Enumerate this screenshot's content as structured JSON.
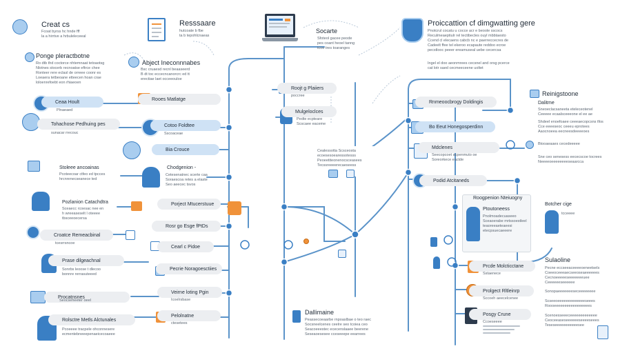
{
  "colors": {
    "accent": "#3a7fc4",
    "light_accent": "#cfe2f5",
    "orange": "#f0923a",
    "line": "#5a93c9",
    "pill_gray": "#eceef1"
  },
  "top": {
    "create": {
      "title": "Creat cs",
      "sub1": "Fcoat byrss hc hnde fff",
      "sub2": "la a hirrtve a hrbuleleceeal"
    },
    "resource": {
      "title": "Resssaare",
      "sub1": "hutcoate b fbe",
      "sub2": "ta b tepohlcnaeas"
    },
    "source": {
      "title": "Socarte",
      "sub1": "Sfoteol gacee peode",
      "sub2": "pes coant heoel tanng",
      "sub3": "tcoe tres toaranges"
    },
    "protection": {
      "title": "Proiccattion cf dimgwatting gere",
      "sub1": "Pnotcrul cocatu u cocce acr e beoole sscocs",
      "sub2": "Reculmeaeptiulr rel tectibecles ouyl mbbtaesto",
      "sub3": "Ccend cl elecaens cabcb nc e paerreccecres de",
      "sub4": "Cadeelt ffee tel ekeroo ecapaute reddoo ecroe",
      "sub5": "pecstlooc peeer ereamuseal uebe cecercsa",
      "sub6": "Ingel el doo aeonmrees cecsnel and orsg pcerce",
      "sub7": "cat lotr saed cecmeeceene uoltet"
    }
  },
  "left": {
    "project": {
      "title": "Ponge pleractbotne",
      "sub1": "Ro dtb thd coctorce nhtemnaat tetoaotsg",
      "sub2": "Nlotnes stocerb recnoatse eftrce chee",
      "sub3": "Ronteer rere eclasl de orreee coonr es",
      "sub4": "Loeaera tetbeoane etteecen hoan crae",
      "sub5": "loloenrefoebt eon rhiaeoen"
    },
    "items": [
      {
        "label": "Ceaa Hoult",
        "sub": "Plnaeaed"
      },
      {
        "label": "Tohachose Pedhuing pes",
        "sub": "sunacar rrecouc"
      },
      {
        "label": "Stoleee ancoainas",
        "sub1": "Pcoteecoar ctfeo ed tpcces",
        "sub2": "hrcnrenecseanece ted"
      },
      {
        "label": "Pozlanion Catachdtra",
        "sub1": "Sceaecc rcoesac nee en",
        "sub2": "h wreeaseselt l oteeee",
        "sub3": "tbsceeoecersa"
      },
      {
        "label": "Croatce Remeacbinal",
        "sub": "tcesrrsncoe"
      },
      {
        "label": "Prase dilgeachnal",
        "sub1": "Sonrbs leoose t dlecoo",
        "sub2": "bonnre rerrasuteeed"
      },
      {
        "label": "Procatnsnes",
        "sub": "Seocseheeter oeel"
      },
      {
        "label": "Rolsctre Metls Alctunales",
        "sub1": "Pcoeeee tracpele ohconnesere",
        "sub2": "ecmentebneeepenaeicecoaeee"
      }
    ]
  },
  "middle": {
    "abject": {
      "title": "Abject Ineconnnabes",
      "sub1": "Bsc cruaesd recnl beaaseerd",
      "sub2": "B dt toc eccecncanorcrc ed tt",
      "sub3": "erectiae laet occeeouloe"
    },
    "pills": [
      {
        "label": "Rooes Matlatge"
      },
      {
        "label": "Cotoo Foldtee",
        "sub": "Sscoaceae"
      },
      {
        "label": "Bia Crouce"
      },
      {
        "label": "Chodgenion -",
        "sub1": "Cetesenatnec scerte caa",
        "sub2": "Soraescoa retes a elaste",
        "sub3": "Seo aeecec tsvos"
      },
      {
        "label": "Porject Mtucerstuue"
      },
      {
        "label": "Rosr go Esge fPtDs"
      },
      {
        "label": "Cearl c Pidoe"
      },
      {
        "label": "Pecrie Noragoesctiies"
      },
      {
        "label": "Veirne loting Pgin",
        "sub": "Icoelrsbase"
      },
      {
        "label": "Pelolnatne",
        "sub": "ctesetees"
      }
    ],
    "center": [
      {
        "label": "Roojt g Plaiiers",
        "sub": "poccree"
      },
      {
        "label": "Mulgeloclces",
        "sub1": "Pedte ecpteare",
        "sub2": "Scscaee eaceme"
      },
      {
        "sub1": "Cealessotta Scsceosta",
        "sub2": "ecoesesoearessotesss",
        "sub3": "Peoeetiteonenocsceasees",
        "sub4": "Tecssreeeerecaeseess"
      }
    ],
    "dalimane": {
      "title": "Dallimaine",
      "sub1": "Peassecoeaarbe rnpoaslbae o teo raec",
      "sub2": "Socsneelcenes ceelre seo tcoiea ceo",
      "sub3": "Seacoeeestec ececenslaaee beerene",
      "sub4": "Seseaoesesee cceseeepe eearrees"
    }
  },
  "right": {
    "pills": [
      {
        "label": "Rnmeoocbrogy Doldingis"
      },
      {
        "label": "Bo Eeut Honegosperdinn"
      },
      {
        "label": "Mdclenes",
        "sub1": "Seecopcoet acpenmuto oe",
        "sub2": "Soreorkece eactde"
      },
      {
        "label": "Podid Atcitaneds"
      }
    ],
    "repo": {
      "label": "Roogpenion Nteiuogny"
    },
    "repo_card": {
      "title": "Ptoutoneess",
      "sub1": "Pnolmoadecuaseeo",
      "sub2": "Sceaoerabe mrtssoestleel",
      "sub3": "teaoreeaeteaeesi",
      "sub4": "etecpsuecaeeere"
    },
    "lower_pills": [
      {
        "label": "Prcde Molcticctane",
        "sub": "Sstaenece"
      },
      {
        "label": "Prolgect Rltleinrp",
        "sub": "Sccoeh aeecelcenee"
      },
      {
        "label": "Posgy Crune",
        "sub": "Ccoeseeee"
      }
    ],
    "reingstone": {
      "title": "Reinigstoone",
      "sub1": "Dalitme",
      "sub2": "Sneoeclacsaneeta eteleceotenel",
      "sub3": "Ceeeee ecaalsceeeone el ee ae",
      "sub4": "Shdeel enoefoaee ceeeaecopcsns tfos",
      "sub5": "Cce eeeeseoc ceeeu eprotees",
      "sub6": "Aaocnoeea eecneesdeeeeoes",
      "sub7": "Btooaeaaes cecedeeeee",
      "sub8": "Sne ceo senesess eececscoe tocrees",
      "sub9": "Neeeeoeeeeeeeeseaarcca"
    },
    "broiler": {
      "title": "Botcher cige",
      "sub": "tcceeee"
    },
    "sulaline": {
      "title": "Sulaoline",
      "sub1": "Pecne eccseeaceeeeoeneetsels",
      "sub2": "Coeeoceeeaecseeoseaeeeeees",
      "sub3": "Cecnoeeeeeseeeeeeeuee",
      "sub4": "Ceeeeeeseeeeee",
      "sub5": "Sonopaeeeeeeeseceeeeeeee",
      "sub6": "Scseeoeeeeeeeeeeeeeseees",
      "sub7": "Roooeeeeeeeeeeeeeeeees",
      "sub8": "Scenoesseeeceeeeeeeeeeeee",
      "sub9": "Ceoceeaseseeeeeeseeeeseees",
      "sub10": "Teseseeeeeeeeeeesee"
    }
  }
}
